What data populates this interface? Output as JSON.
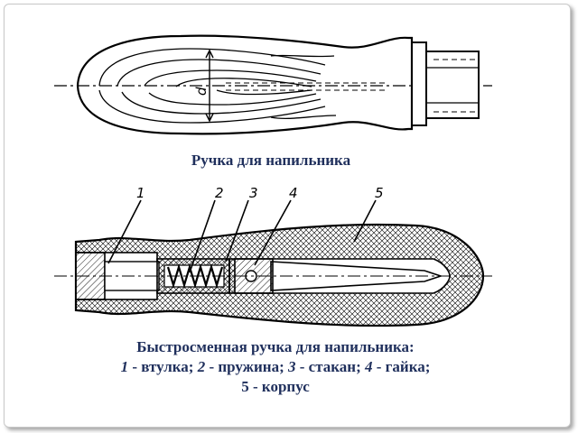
{
  "slide": {
    "caption_top": "Ручка для напильника",
    "caption_bottom_title": "Быстросменная ручка для напильника:",
    "legend": [
      {
        "num": "1",
        "text": " - втулка; "
      },
      {
        "num": "2",
        "text": " - пружина; "
      },
      {
        "num": "3",
        "text": " - стакан; "
      },
      {
        "num": "4",
        "text": " - гайка;"
      }
    ],
    "legend_last": "5 - корпус"
  },
  "diagram_top": {
    "dimension_label": "d"
  },
  "diagram_bottom": {
    "callouts": [
      "1",
      "2",
      "3",
      "4",
      "5"
    ]
  },
  "colors": {
    "caption": "#1f2f5c",
    "ink": "#000000"
  }
}
